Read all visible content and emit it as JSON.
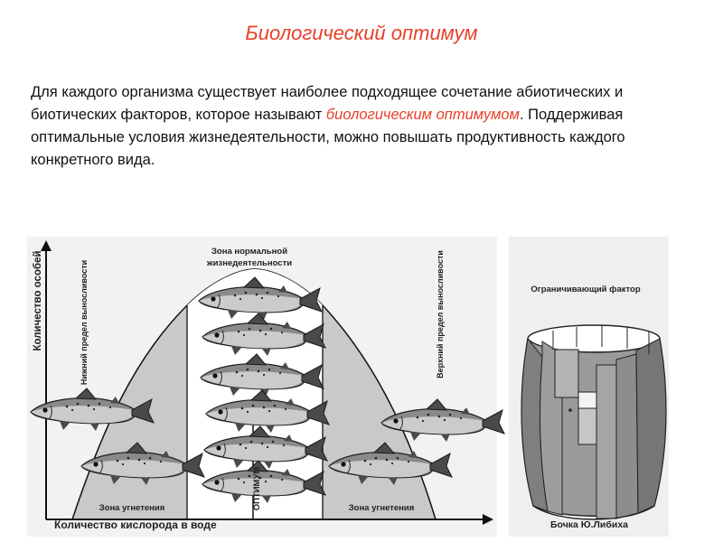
{
  "slide": {
    "title": "Биологический оптимум",
    "paragraph": {
      "before": "Для каждого организма существует наиболее подходящее сочетание абиотических и биотических факторов, которое называют ",
      "highlight": "биологическим оптимумом",
      "after": ". Поддерживая оптимальные условия жизнедеятельности, можно повышать продуктивность каждого конкретного вида."
    }
  },
  "diagram": {
    "y_axis_label": "Количество особей",
    "x_axis_label": "Количество кислорода в воде",
    "lower_limit": "Нижний предел выносливости",
    "upper_limit": "Верхний предел выносливости",
    "normal_zone": [
      "Зона нормальной",
      "жизнедеятельности"
    ],
    "suppression_left": "Зона угнетения",
    "suppression_right": "Зона угнетения",
    "optimum": "ОПТИМУМ"
  },
  "barrel": {
    "limiting_factor": "Ограничивающий фактор",
    "caption": "Бочка Ю.Либиха"
  },
  "colors": {
    "accent": "#e8402a",
    "zone_fill": "#c9c9c9",
    "center_fill": "#ffffff",
    "panel_bg": "#efefef"
  }
}
